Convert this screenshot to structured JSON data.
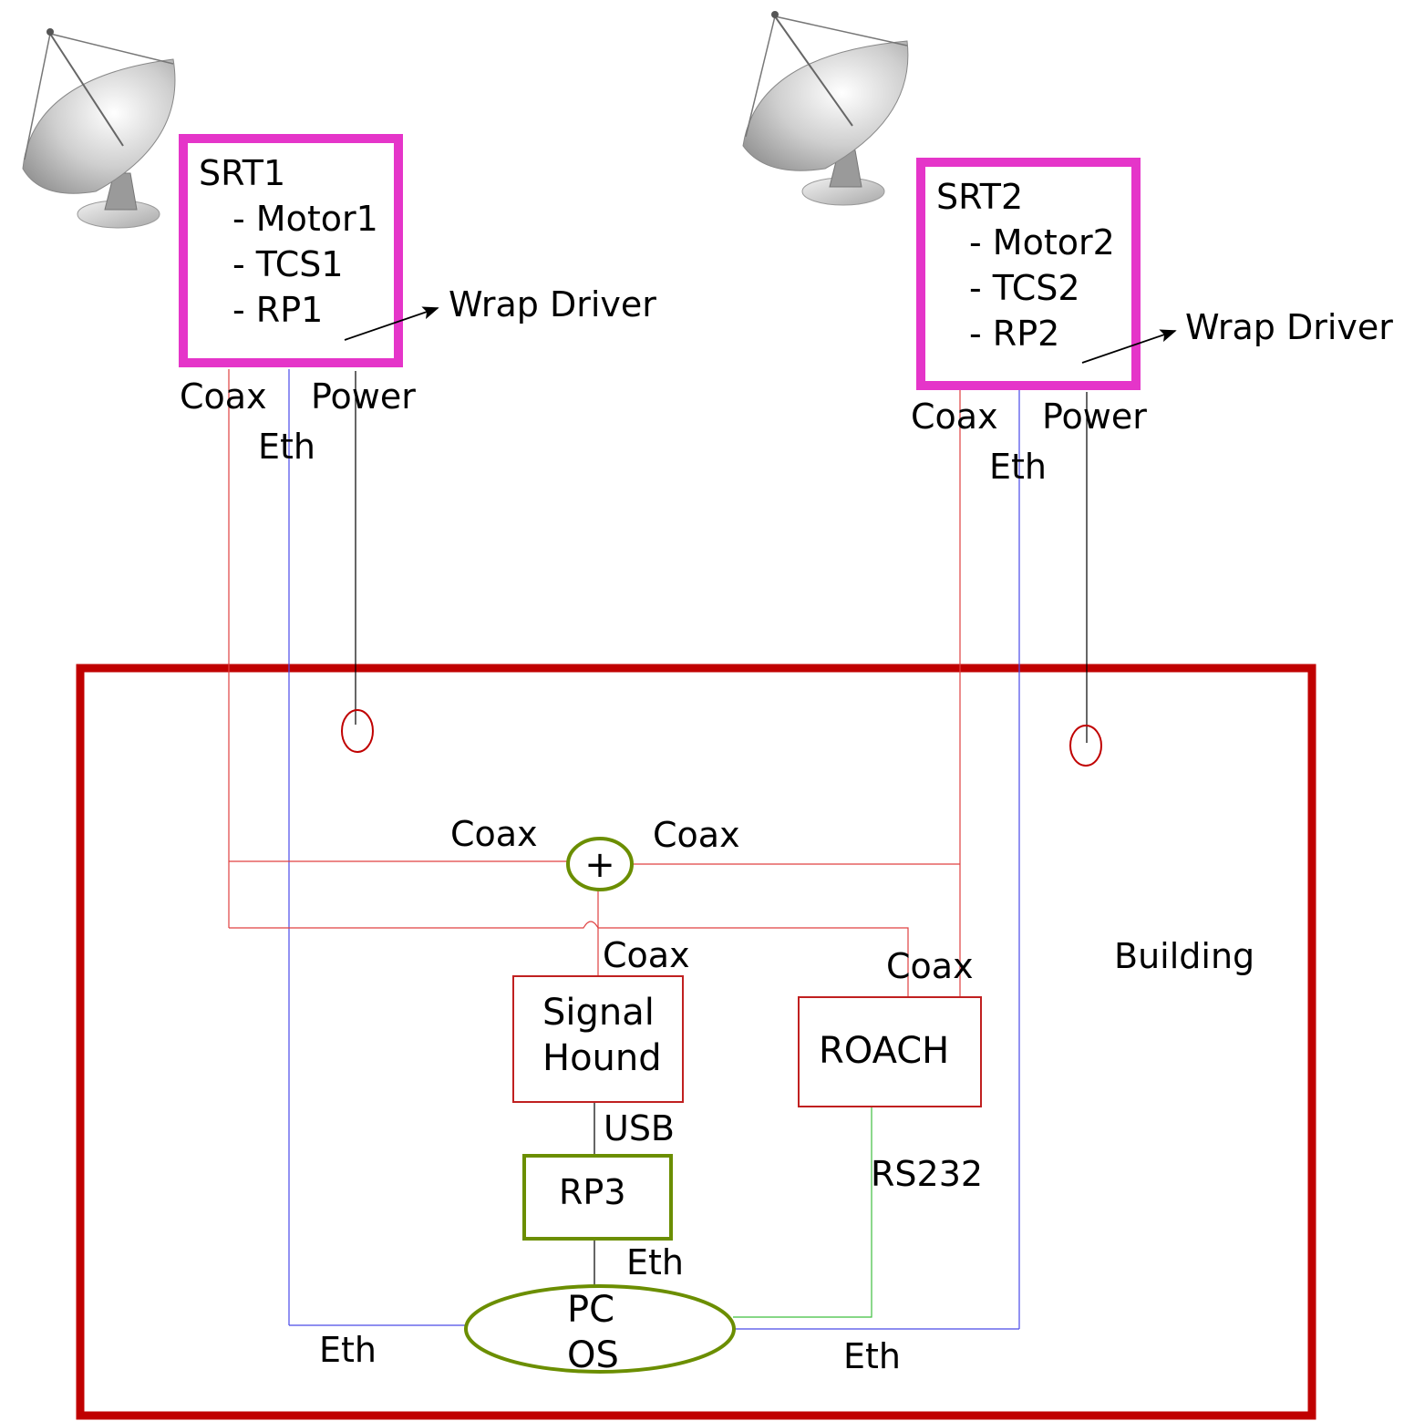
{
  "srt1": {
    "title": "SRT1",
    "items": [
      "- Motor1",
      "- TCS1",
      "- RP1"
    ],
    "wrap_label": "Wrap Driver",
    "coax_label": "Coax",
    "power_label": "Power",
    "eth_label": "Eth"
  },
  "srt2": {
    "title": "SRT2",
    "items": [
      "- Motor2",
      "- TCS2",
      "- RP2"
    ],
    "wrap_label": "Wrap Driver",
    "coax_label": "Coax",
    "power_label": "Power",
    "eth_label": "Eth"
  },
  "building": {
    "label": "Building",
    "combiner_symbol": "+",
    "coax_left": "Coax",
    "coax_right": "Coax",
    "coax_sh": "Coax",
    "coax_roach": "Coax",
    "signal_hound": [
      "Signal",
      "Hound"
    ],
    "roach": "ROACH",
    "rp3": "RP3",
    "usb": "USB",
    "rs232": "RS232",
    "eth_rp3": "Eth",
    "eth_left": "Eth",
    "eth_right": "Eth",
    "pc": [
      "PC",
      "OS"
    ]
  },
  "colors": {
    "srt_box": "#e535c9",
    "building": "#c00000",
    "coax": "#e04040",
    "eth": "#4a4ae8",
    "power": "#000000",
    "rs232": "#3fbf3f",
    "green_outline": "#6b8e00",
    "red_box": "#c02020"
  }
}
